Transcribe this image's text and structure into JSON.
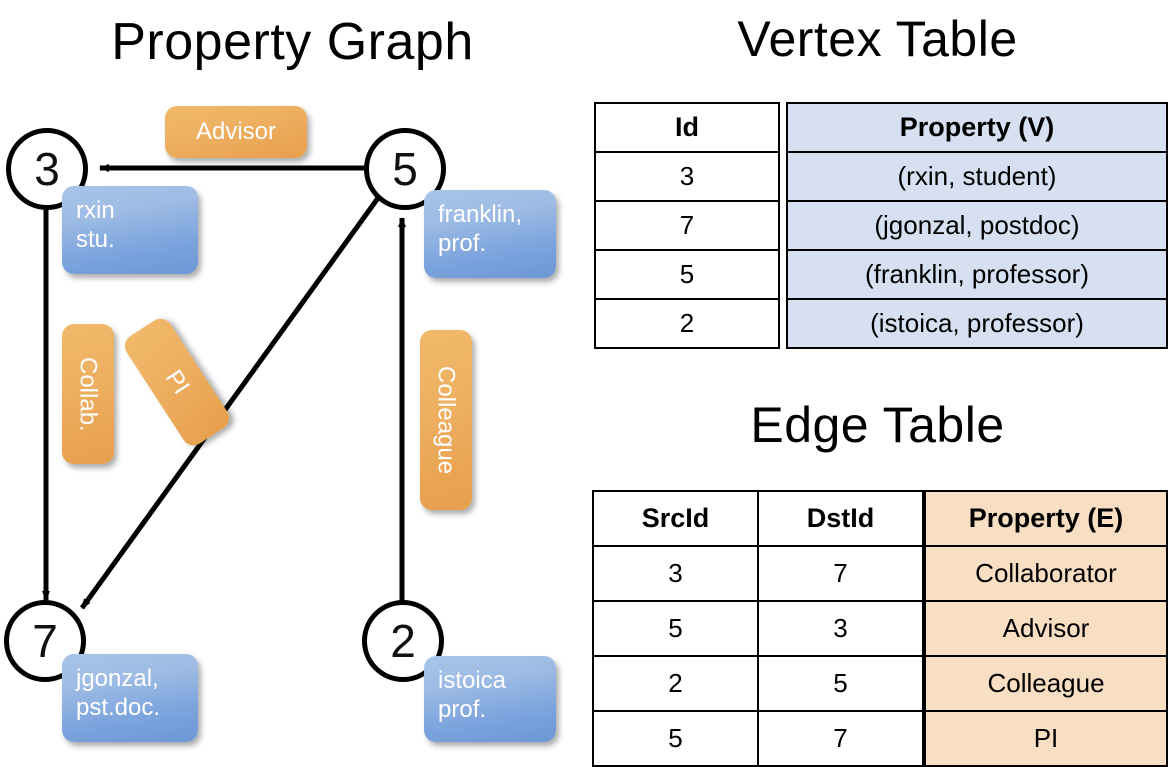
{
  "titles": {
    "property_graph": "Property Graph",
    "vertex_table": "Vertex Table",
    "edge_table": "Edge Table"
  },
  "graph": {
    "vertices": [
      {
        "id": "3",
        "property_lines": [
          "rxin",
          "stu."
        ]
      },
      {
        "id": "5",
        "property_lines": [
          "franklin,",
          "prof."
        ]
      },
      {
        "id": "7",
        "property_lines": [
          "jgonzal,",
          "pst.doc."
        ]
      },
      {
        "id": "2",
        "property_lines": [
          "istoica",
          "prof."
        ]
      }
    ],
    "edge_labels": [
      {
        "name": "advisor",
        "text": "Advisor",
        "orientation": "horizontal"
      },
      {
        "name": "collab",
        "text": "Collab.",
        "orientation": "vertical"
      },
      {
        "name": "pi",
        "text": "PI",
        "orientation": "vertical-rotated"
      },
      {
        "name": "colleague",
        "text": "Colleague",
        "orientation": "vertical"
      }
    ]
  },
  "vertex_table": {
    "headers": [
      "Id",
      "Property (V)"
    ],
    "rows": [
      {
        "id": "3",
        "property": "(rxin, student)"
      },
      {
        "id": "7",
        "property": "(jgonzal, postdoc)"
      },
      {
        "id": "5",
        "property": "(franklin, professor)"
      },
      {
        "id": "2",
        "property": "(istoica, professor)"
      }
    ]
  },
  "edge_table": {
    "headers": [
      "SrcId",
      "DstId",
      "Property (E)"
    ],
    "rows": [
      {
        "src": "3",
        "dst": "7",
        "property": "Collaborator"
      },
      {
        "src": "5",
        "dst": "3",
        "property": "Advisor"
      },
      {
        "src": "2",
        "dst": "5",
        "property": "Colleague"
      },
      {
        "src": "5",
        "dst": "7",
        "property": "PI"
      }
    ]
  },
  "colors": {
    "vertex_property_fill": "#7ba3dd",
    "edge_property_fill": "#e79f4c",
    "vertex_table_fill": "#d6e0f0",
    "edge_table_fill": "#f8dfc4",
    "stroke": "#000000",
    "background": "#ffffff"
  }
}
